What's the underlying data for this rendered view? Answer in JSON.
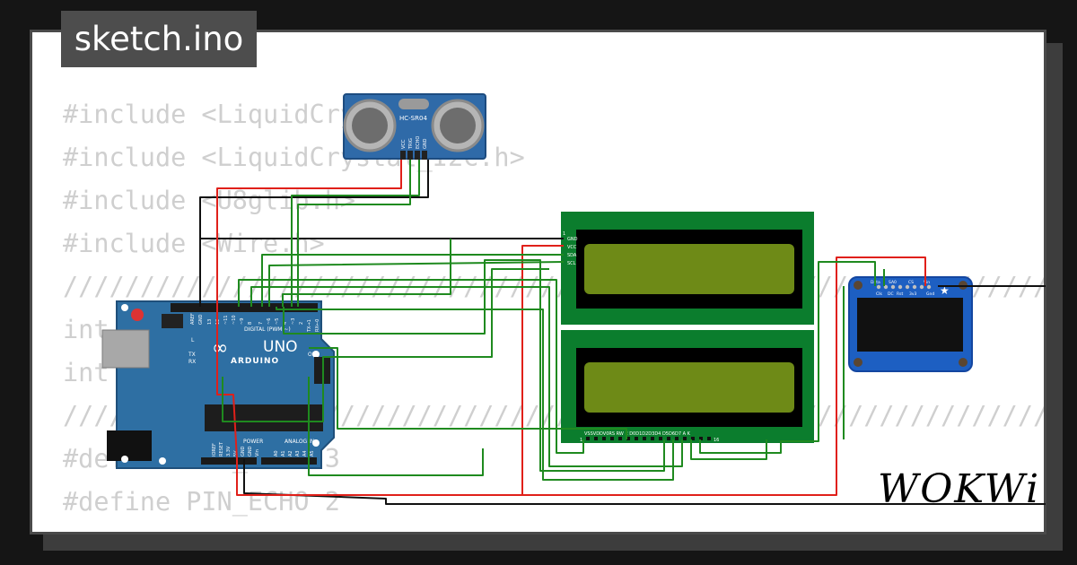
{
  "title": "sketch.ino",
  "code_lines": [
    "#include <LiquidCrystal.h>",
    "#include <LiquidCrystal_I2C.h>",
    "#include <U8glib.h>",
    "#include <Wire.h>",
    "//////////////////////////////////////////////////////////////////////////////////",
    "int",
    "int",
    "//////////////////////////////////////////////////////////////////////////////////",
    "#define PIN_TRIG 3",
    "#define PIN_ECHO 2",
    "//////////////////////////////////////////////////////////////////////////////////"
  ],
  "logo": "WOKWi",
  "components": {
    "sensor": {
      "label": "HC-SR04",
      "pins": [
        "VCC",
        "TRIG",
        "ECHO",
        "GND"
      ]
    },
    "arduino": {
      "brand": "ARDUINO",
      "model": "UNO",
      "digital_header": "DIGITAL (PWM ~)",
      "digital_pins": [
        "AREF",
        "GND",
        "13",
        "12",
        "~11",
        "~10",
        "~9",
        "8",
        "7",
        "~6",
        "~5",
        "4",
        "~3",
        "2",
        "TX→1",
        "RX←0"
      ],
      "power_label": "POWER",
      "analog_label": "ANALOG IN",
      "power_pins": [
        "IOREF",
        "RESET",
        "3.3V",
        "5V",
        "GND",
        "GND",
        "Vin"
      ],
      "analog_pins": [
        "A0",
        "A1",
        "A2",
        "A3",
        "A4",
        "A5"
      ],
      "leds": [
        "L",
        "TX",
        "RX"
      ],
      "on_label": "ON"
    },
    "lcd_i2c": {
      "pins": [
        "GND",
        "VCC",
        "SDA",
        "SCL"
      ],
      "pin_number": "1"
    },
    "lcd_parallel": {
      "pin_labels": "VSSVDDV0RS RW E D0D1D2D3D4 D5D6D7 A  K",
      "first_pin": "1",
      "last_pin": "16"
    },
    "oled": {
      "top_pins": [
        "Data",
        "SA0",
        "CS",
        "Vin"
      ],
      "bottom_pins": [
        "Clk",
        "DC",
        "Rst",
        "3v3",
        "Gnd"
      ]
    }
  },
  "colors": {
    "background": "#151515",
    "card": "#ffffff",
    "code_text": "#cfcfcf",
    "title_bg": "#4d4d4d",
    "wire_green": "#1f8a1f",
    "wire_red": "#e0201a",
    "wire_black": "#111111",
    "board_blue": "#2e6fa3",
    "lcd_pcb": "#0b7d2d",
    "lcd_screen": "#6e8a17",
    "oled_blue": "#1d5fc2"
  }
}
